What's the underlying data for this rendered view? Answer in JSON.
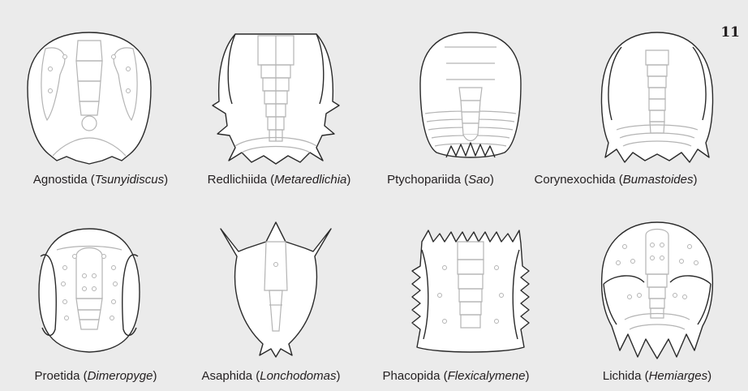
{
  "page_number": "11",
  "background_color": "#ebebeb",
  "outline_color": "#2a2a2a",
  "detail_color": "#b4b4b4",
  "captions": [
    {
      "order": "Agnostida",
      "genus": "Tsunyidiscus"
    },
    {
      "order": "Redlichiida",
      "genus": "Metaredlichia"
    },
    {
      "order": "Ptychopariida",
      "genus": "Sao"
    },
    {
      "order": "Corynexochida",
      "genus": "Bumastoides"
    },
    {
      "order": "Proetida",
      "genus": "Dimeropyge"
    },
    {
      "order": "Asaphida",
      "genus": "Lonchodomas"
    },
    {
      "order": "Phacopida",
      "genus": "Flexicalymene"
    },
    {
      "order": "Lichida",
      "genus": "Hemiarges"
    }
  ]
}
